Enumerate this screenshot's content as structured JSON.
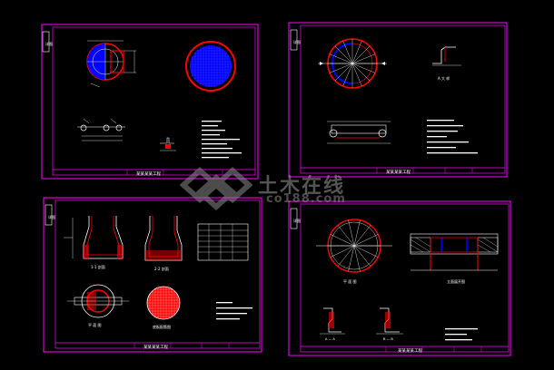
{
  "sheets": [
    {
      "id": "sheet-1",
      "title": "某某某某工程",
      "label_top": "详图"
    },
    {
      "id": "sheet-2",
      "title": "某某某某工程",
      "label_top": "详图",
      "detail_label": "A 大 样"
    },
    {
      "id": "sheet-3",
      "title": "某某某某工程",
      "label_top": "详图",
      "plan_label_1": "1-1 剖面",
      "plan_label_2": "2-2 剖面",
      "plan_label_3": "平 面 图",
      "plan_label_4": "底板配筋图"
    },
    {
      "id": "sheet-4",
      "title": "某某某某工程",
      "label_top": "详图",
      "plan_label_1": "平 面 图",
      "plan_label_2": "立面展开图",
      "section_a": "A — A",
      "section_b": "B — B"
    }
  ],
  "watermark": {
    "text": "土木在线",
    "sub": "co188.com"
  },
  "colors": {
    "background": "#000000",
    "frame": "#ff00ff",
    "red": "#ff0000",
    "blue": "#0000ff",
    "white": "#ffffff",
    "cyan": "#00ffff",
    "green": "#00ff00",
    "yellow": "#ffff00"
  }
}
